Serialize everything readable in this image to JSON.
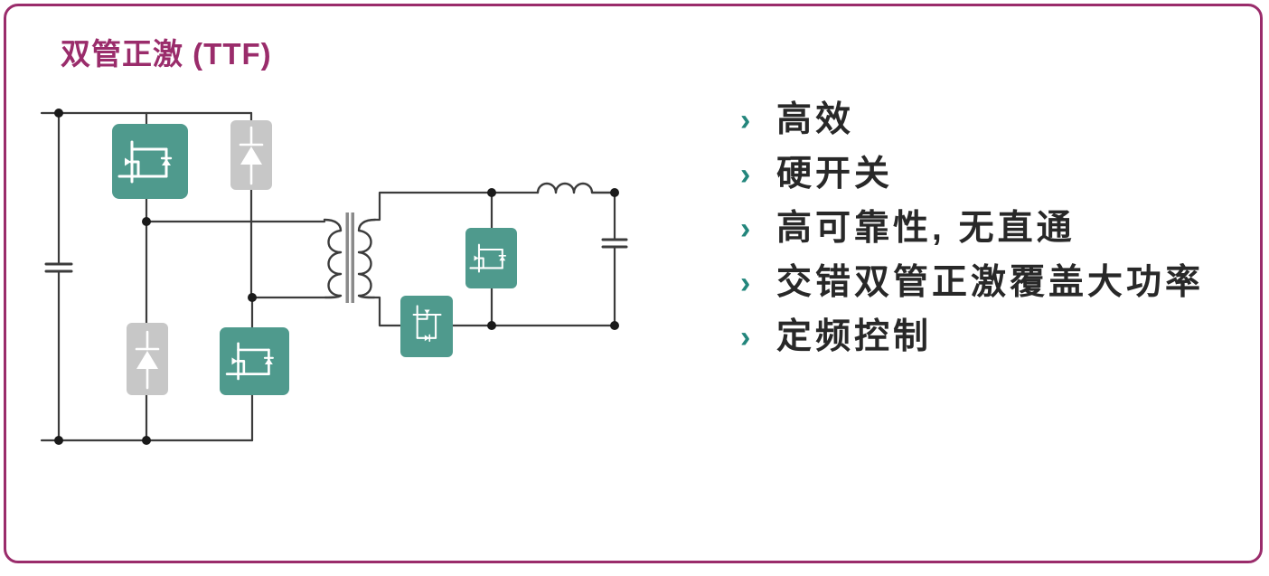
{
  "card": {
    "title": "双管正激 (TTF)",
    "accent_color": "#9A2C6B"
  },
  "bullets": {
    "marker": "›",
    "marker_color": "#23867C",
    "items": [
      {
        "label": "高效"
      },
      {
        "label": "硬开关"
      },
      {
        "label": "高可靠性, 无直通"
      },
      {
        "label": "交错双管正激覆盖大功率"
      },
      {
        "label": "定频控制"
      }
    ]
  },
  "diagram": {
    "name": "two-transistor-forward-converter-schematic",
    "colors": {
      "mosfet_block": "#4F9A8D",
      "diode_block": "#C7C7C7",
      "wire": "#3C3C3C",
      "transformer_core": "#8A8A8A",
      "symbol_stroke": "#FFFFFF"
    },
    "components": [
      "input-capacitor",
      "primary-high-side-mosfet",
      "primary-clamp-diode-top",
      "primary-clamp-diode-bottom",
      "primary-low-side-mosfet",
      "transformer",
      "secondary-sr-mosfet-vertical",
      "secondary-sr-mosfet-horizontal",
      "output-inductor",
      "output-capacitor"
    ]
  }
}
